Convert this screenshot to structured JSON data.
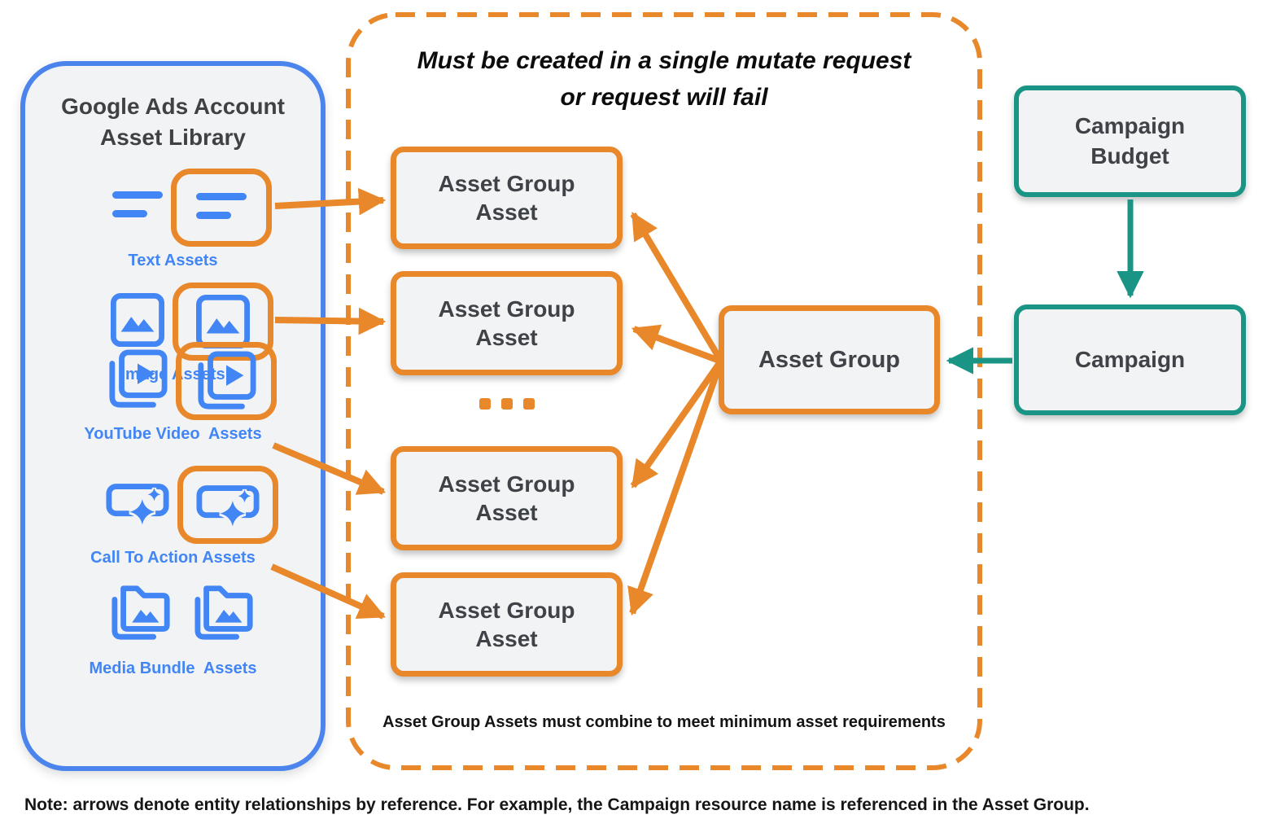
{
  "palette": {
    "blue": "#4285F4",
    "orange": "#E8882A",
    "teal": "#1A9484",
    "panel_fill": "#F1F3F4",
    "text_dark": "#3F4347"
  },
  "asset_library": {
    "title_line1": "Google Ads Account",
    "title_line2": "Asset Library",
    "items": [
      {
        "label": "Text Assets",
        "icon": "text-lines-icon"
      },
      {
        "label": "Image Assets",
        "icon": "image-icon"
      },
      {
        "label": "YouTube Video  Assets",
        "icon": "video-play-stack-icon"
      },
      {
        "label": "Call To Action Assets",
        "icon": "cta-sparkle-icon"
      },
      {
        "label": "Media Bundle  Assets",
        "icon": "media-folder-stack-icon"
      }
    ]
  },
  "mutate_group": {
    "title_line1": "Must be created in a single mutate request",
    "title_line2": "or request will fail",
    "asset_group_asset_boxes": [
      "Asset Group Asset",
      "Asset Group Asset",
      "Asset Group Asset",
      "Asset Group Asset"
    ],
    "footnote": "Asset Group Assets must combine to meet minimum asset requirements"
  },
  "asset_group": {
    "label": "Asset Group"
  },
  "campaign_budget": {
    "label": "Campaign Budget"
  },
  "campaign": {
    "label": "Campaign"
  },
  "note": "Note: arrows denote entity relationships by reference. For example, the Campaign resource name is referenced in the Asset Group."
}
